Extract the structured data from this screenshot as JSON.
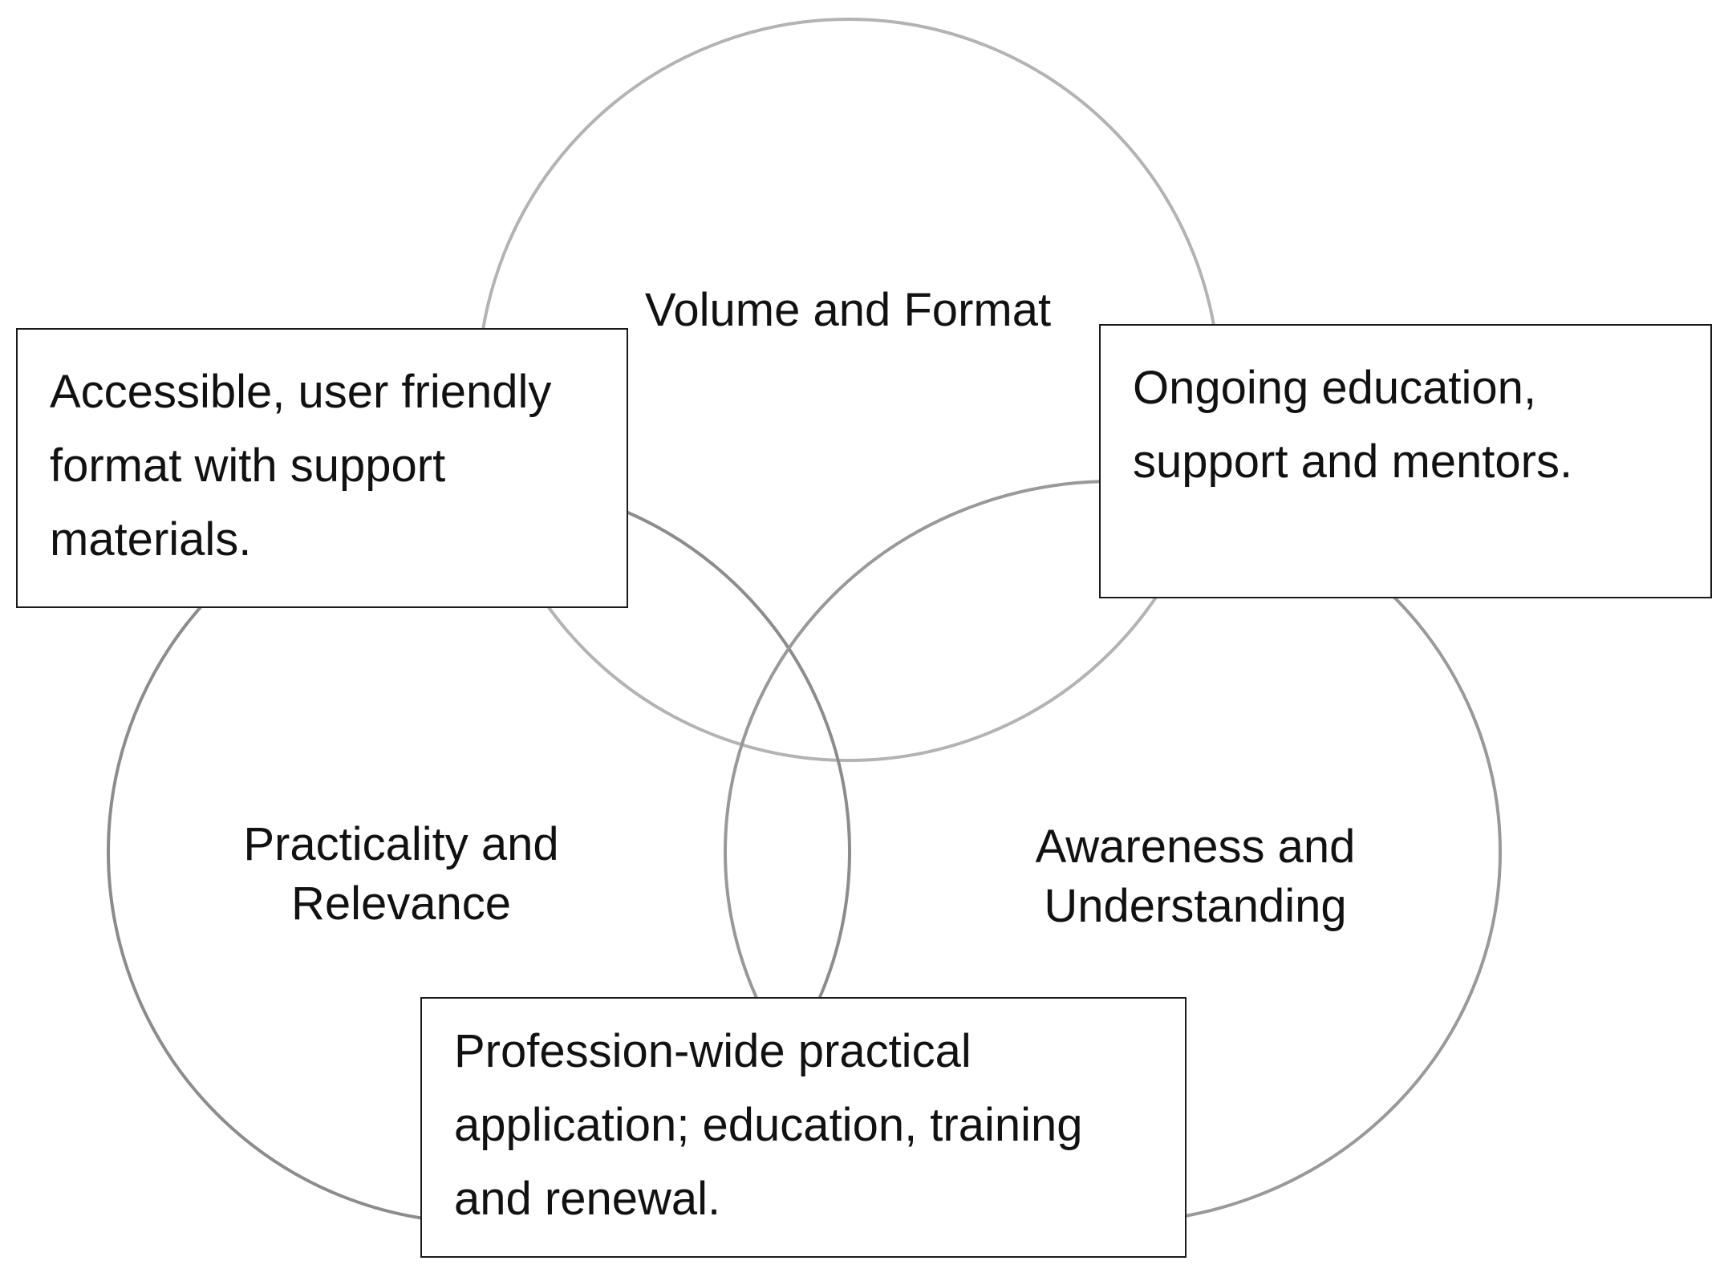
{
  "circles": [
    {
      "id": "volume-format",
      "lines": [
        "Volume and Format"
      ]
    },
    {
      "id": "practicality-relevance",
      "lines": [
        "Practicality and",
        "Relevance"
      ]
    },
    {
      "id": "awareness-understanding",
      "lines": [
        "Awareness and",
        "Understanding"
      ]
    }
  ],
  "boxes": [
    {
      "id": "accessible-format",
      "lines": [
        "Accessible, user friendly",
        "format with support",
        "materials."
      ]
    },
    {
      "id": "ongoing-education",
      "lines": [
        "Ongoing education,",
        "support and mentors."
      ]
    },
    {
      "id": "profession-wide",
      "lines": [
        "Profession-wide practical",
        "application; education, training",
        "and renewal."
      ]
    }
  ],
  "colors": {
    "circle_stroke": "#a8a8a8",
    "circle_stroke_dark": "#8c8c8c",
    "box_border": "#1a1a1a",
    "text": "#111111",
    "background": "#ffffff"
  }
}
